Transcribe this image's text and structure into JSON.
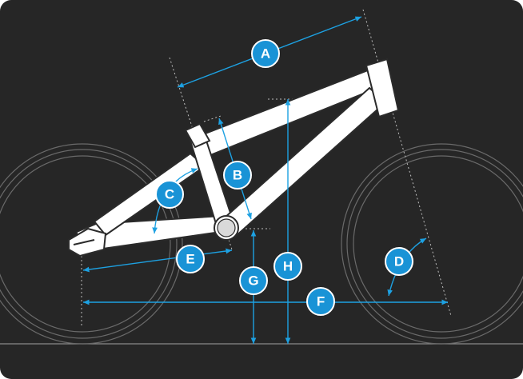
{
  "colors": {
    "background": "#262626",
    "frame": "#ffffff",
    "dimension_line": "#1da1e2",
    "badge_fill": "#1993d6",
    "tire_outline": "#6a6a6a",
    "guide_line": "#bdbdbd"
  },
  "measurements": [
    {
      "label": "A"
    },
    {
      "label": "B"
    },
    {
      "label": "C"
    },
    {
      "label": "D"
    },
    {
      "label": "E"
    },
    {
      "label": "F"
    },
    {
      "label": "G"
    },
    {
      "label": "H"
    }
  ]
}
